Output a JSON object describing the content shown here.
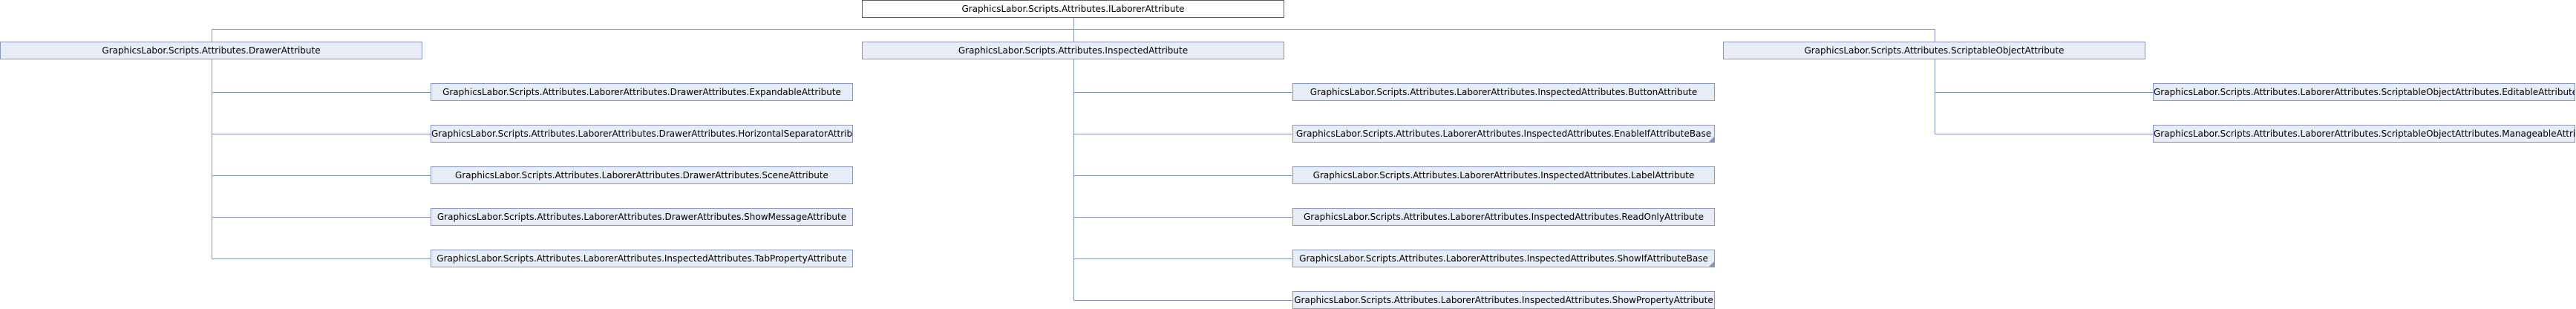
{
  "diagram": {
    "type": "class-inheritance",
    "colors": {
      "node_fill": "#e8ecf6",
      "node_border": "#8696c4",
      "root_fill": "#ffffff",
      "root_border": "#606060",
      "edge": "#8696c4"
    },
    "nodes": [
      {
        "id": "n0",
        "label": "GraphicsLabor.Scripts.Attributes.ILaborerAttribute",
        "root": true
      },
      {
        "id": "n1",
        "label": "GraphicsLabor.Scripts.Attributes.DrawerAttribute"
      },
      {
        "id": "n2",
        "label": "GraphicsLabor.Scripts.Attributes.InspectedAttribute"
      },
      {
        "id": "n3",
        "label": "GraphicsLabor.Scripts.Attributes.ScriptableObjectAttribute"
      },
      {
        "id": "n4",
        "label": "GraphicsLabor.Scripts.Attributes.LaborerAttributes.DrawerAttributes.ExpandableAttribute"
      },
      {
        "id": "n5",
        "label": "GraphicsLabor.Scripts.Attributes.LaborerAttributes.DrawerAttributes.HorizontalSeparatorAttribute"
      },
      {
        "id": "n6",
        "label": "GraphicsLabor.Scripts.Attributes.LaborerAttributes.DrawerAttributes.SceneAttribute"
      },
      {
        "id": "n7",
        "label": "GraphicsLabor.Scripts.Attributes.LaborerAttributes.DrawerAttributes.ShowMessageAttribute"
      },
      {
        "id": "n8",
        "label": "GraphicsLabor.Scripts.Attributes.LaborerAttributes.InspectedAttributes.TabPropertyAttribute"
      },
      {
        "id": "n9",
        "label": "GraphicsLabor.Scripts.Attributes.LaborerAttributes.InspectedAttributes.ButtonAttribute"
      },
      {
        "id": "n10",
        "label": "GraphicsLabor.Scripts.Attributes.LaborerAttributes.InspectedAttributes.EnableIfAttributeBase",
        "collapsed": true
      },
      {
        "id": "n11",
        "label": "GraphicsLabor.Scripts.Attributes.LaborerAttributes.InspectedAttributes.LabelAttribute"
      },
      {
        "id": "n12",
        "label": "GraphicsLabor.Scripts.Attributes.LaborerAttributes.InspectedAttributes.ReadOnlyAttribute"
      },
      {
        "id": "n13",
        "label": "GraphicsLabor.Scripts.Attributes.LaborerAttributes.InspectedAttributes.ShowIfAttributeBase",
        "collapsed": true
      },
      {
        "id": "n14",
        "label": "GraphicsLabor.Scripts.Attributes.LaborerAttributes.InspectedAttributes.ShowPropertyAttribute"
      },
      {
        "id": "n15",
        "label": "GraphicsLabor.Scripts.Attributes.LaborerAttributes.ScriptableObjectAttributes.EditableAttribute"
      },
      {
        "id": "n16",
        "label": "GraphicsLabor.Scripts.Attributes.LaborerAttributes.ScriptableObjectAttributes.ManageableAttribute"
      }
    ],
    "edges": [
      {
        "from": "n0",
        "to": "n1"
      },
      {
        "from": "n0",
        "to": "n2"
      },
      {
        "from": "n0",
        "to": "n3"
      },
      {
        "from": "n1",
        "to": "n4"
      },
      {
        "from": "n1",
        "to": "n5"
      },
      {
        "from": "n1",
        "to": "n6"
      },
      {
        "from": "n1",
        "to": "n7"
      },
      {
        "from": "n1",
        "to": "n8"
      },
      {
        "from": "n2",
        "to": "n9"
      },
      {
        "from": "n2",
        "to": "n10"
      },
      {
        "from": "n2",
        "to": "n11"
      },
      {
        "from": "n2",
        "to": "n12"
      },
      {
        "from": "n2",
        "to": "n13"
      },
      {
        "from": "n2",
        "to": "n14"
      },
      {
        "from": "n3",
        "to": "n15"
      },
      {
        "from": "n3",
        "to": "n16"
      }
    ]
  }
}
